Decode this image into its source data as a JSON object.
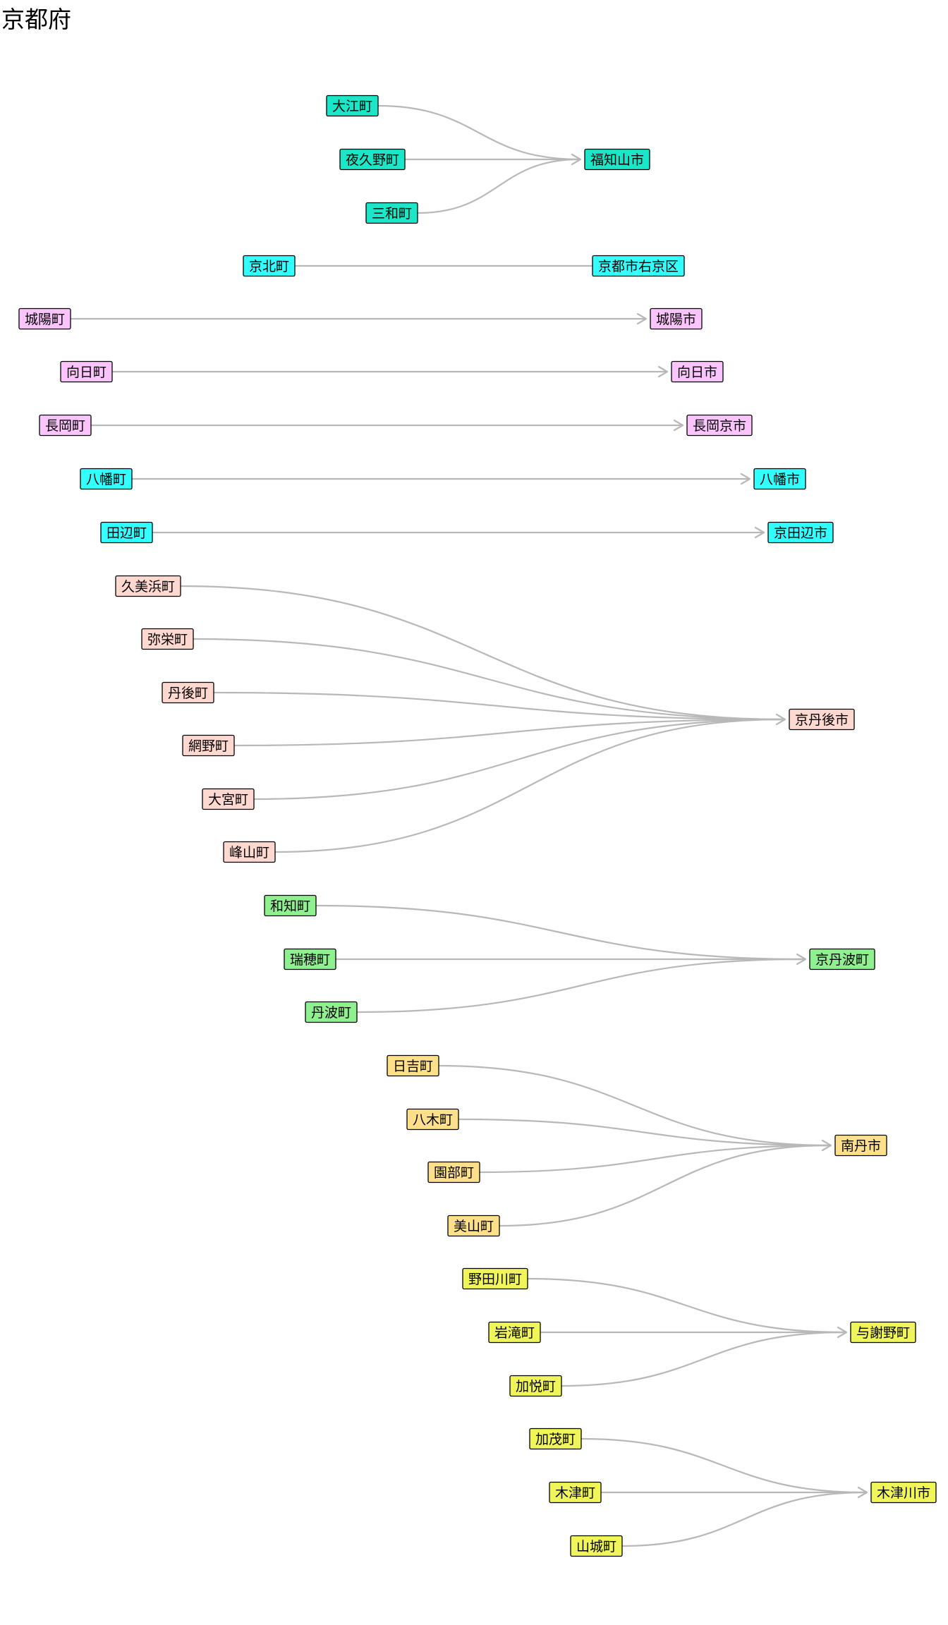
{
  "title": "京都府",
  "colors": {
    "teal": "#1be6c7",
    "cyan": "#33ffff",
    "pink": "#fcc4fc",
    "salmon": "#ffd8d0",
    "green": "#8ff08f",
    "gold": "#ffe08a",
    "yellow": "#f0f55a",
    "edge": "#b8b8b8"
  },
  "groups": [
    {
      "color": "teal",
      "target": "福知山市",
      "sources": [
        "大江町",
        "夜久野町",
        "三和町"
      ]
    },
    {
      "color": "cyan",
      "target": "京都市右京区",
      "sources": [
        "京北町"
      ],
      "no_arrow": true
    },
    {
      "color": "pink",
      "target": "城陽市",
      "sources": [
        "城陽町"
      ]
    },
    {
      "color": "pink",
      "target": "向日市",
      "sources": [
        "向日町"
      ]
    },
    {
      "color": "pink",
      "target": "長岡京市",
      "sources": [
        "長岡町"
      ]
    },
    {
      "color": "cyan",
      "target": "八幡市",
      "sources": [
        "八幡町"
      ]
    },
    {
      "color": "cyan",
      "target": "京田辺市",
      "sources": [
        "田辺町"
      ]
    },
    {
      "color": "salmon",
      "target": "京丹後市",
      "sources": [
        "久美浜町",
        "弥栄町",
        "丹後町",
        "網野町",
        "大宮町",
        "峰山町"
      ]
    },
    {
      "color": "green",
      "target": "京丹波町",
      "sources": [
        "和知町",
        "瑞穂町",
        "丹波町"
      ]
    },
    {
      "color": "gold",
      "target": "南丹市",
      "sources": [
        "日吉町",
        "八木町",
        "園部町",
        "美山町"
      ]
    },
    {
      "color": "yellow",
      "target": "与謝野町",
      "sources": [
        "野田川町",
        "岩滝町",
        "加悦町"
      ]
    },
    {
      "color": "yellow",
      "target": "木津川市",
      "sources": [
        "加茂町",
        "木津町",
        "山城町"
      ]
    }
  ]
}
